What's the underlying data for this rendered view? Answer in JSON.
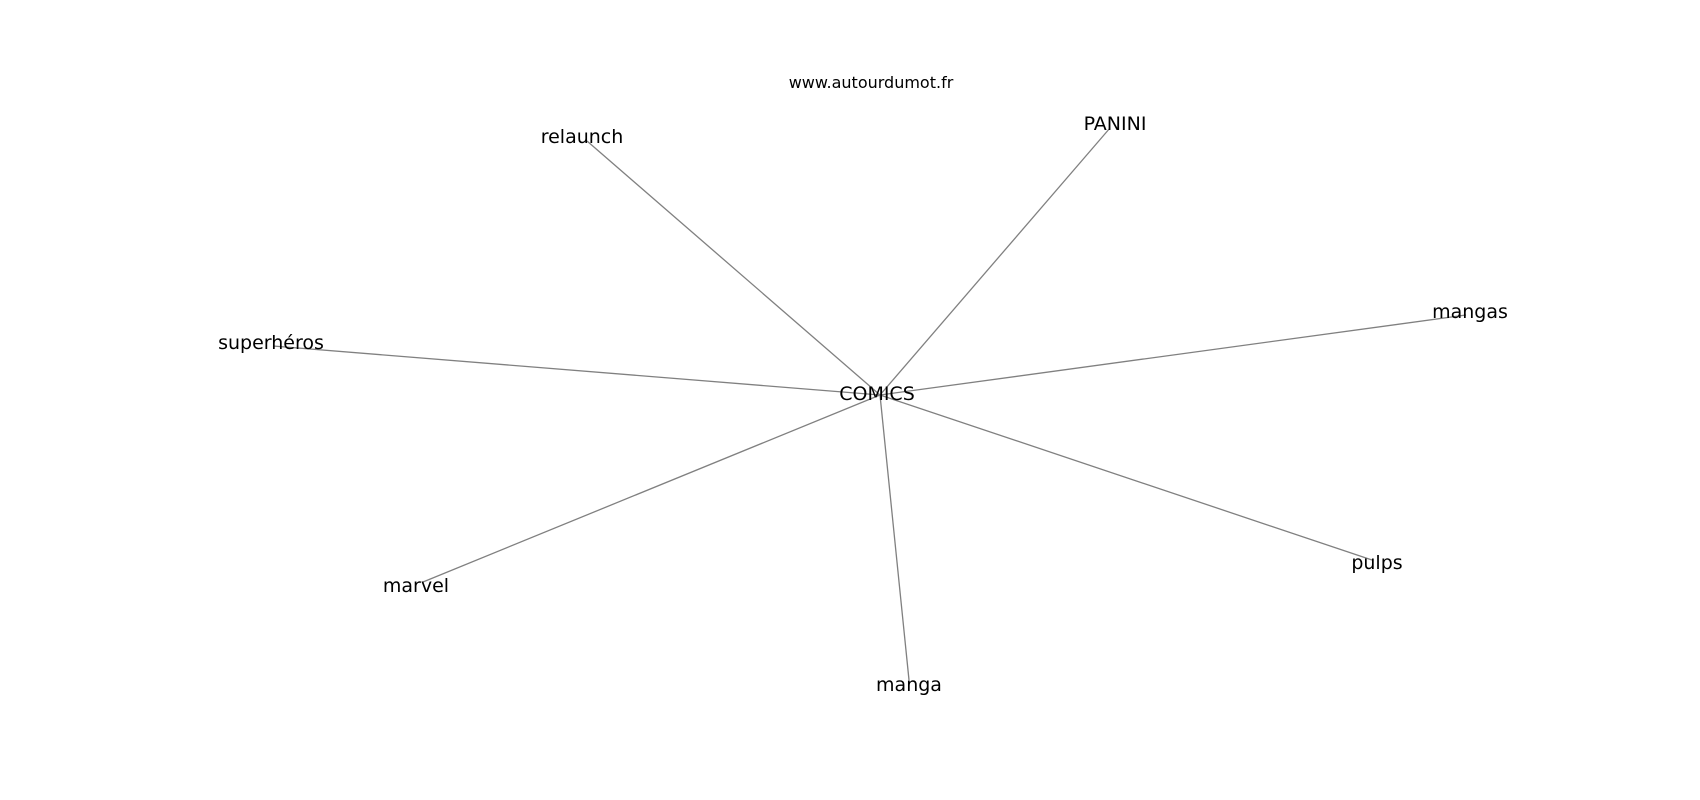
{
  "site": "www.autourdumot.fr",
  "center": {
    "id": "comics",
    "label": "COMICS"
  },
  "nodes": [
    {
      "id": "relaunch",
      "label": "relaunch"
    },
    {
      "id": "panini",
      "label": "PANINI"
    },
    {
      "id": "mangas",
      "label": "mangas"
    },
    {
      "id": "superheros",
      "label": "superhéros"
    },
    {
      "id": "marvel",
      "label": "marvel"
    },
    {
      "id": "manga",
      "label": "manga"
    },
    {
      "id": "pulps",
      "label": "pulps"
    }
  ],
  "edges": [
    {
      "from": "comics",
      "to": "relaunch"
    },
    {
      "from": "comics",
      "to": "panini"
    },
    {
      "from": "comics",
      "to": "mangas"
    },
    {
      "from": "comics",
      "to": "superheros"
    },
    {
      "from": "comics",
      "to": "marvel"
    },
    {
      "from": "comics",
      "to": "manga"
    },
    {
      "from": "comics",
      "to": "pulps"
    }
  ],
  "colors": {
    "edge": "#808080",
    "text": "#000000",
    "background": "#ffffff"
  }
}
